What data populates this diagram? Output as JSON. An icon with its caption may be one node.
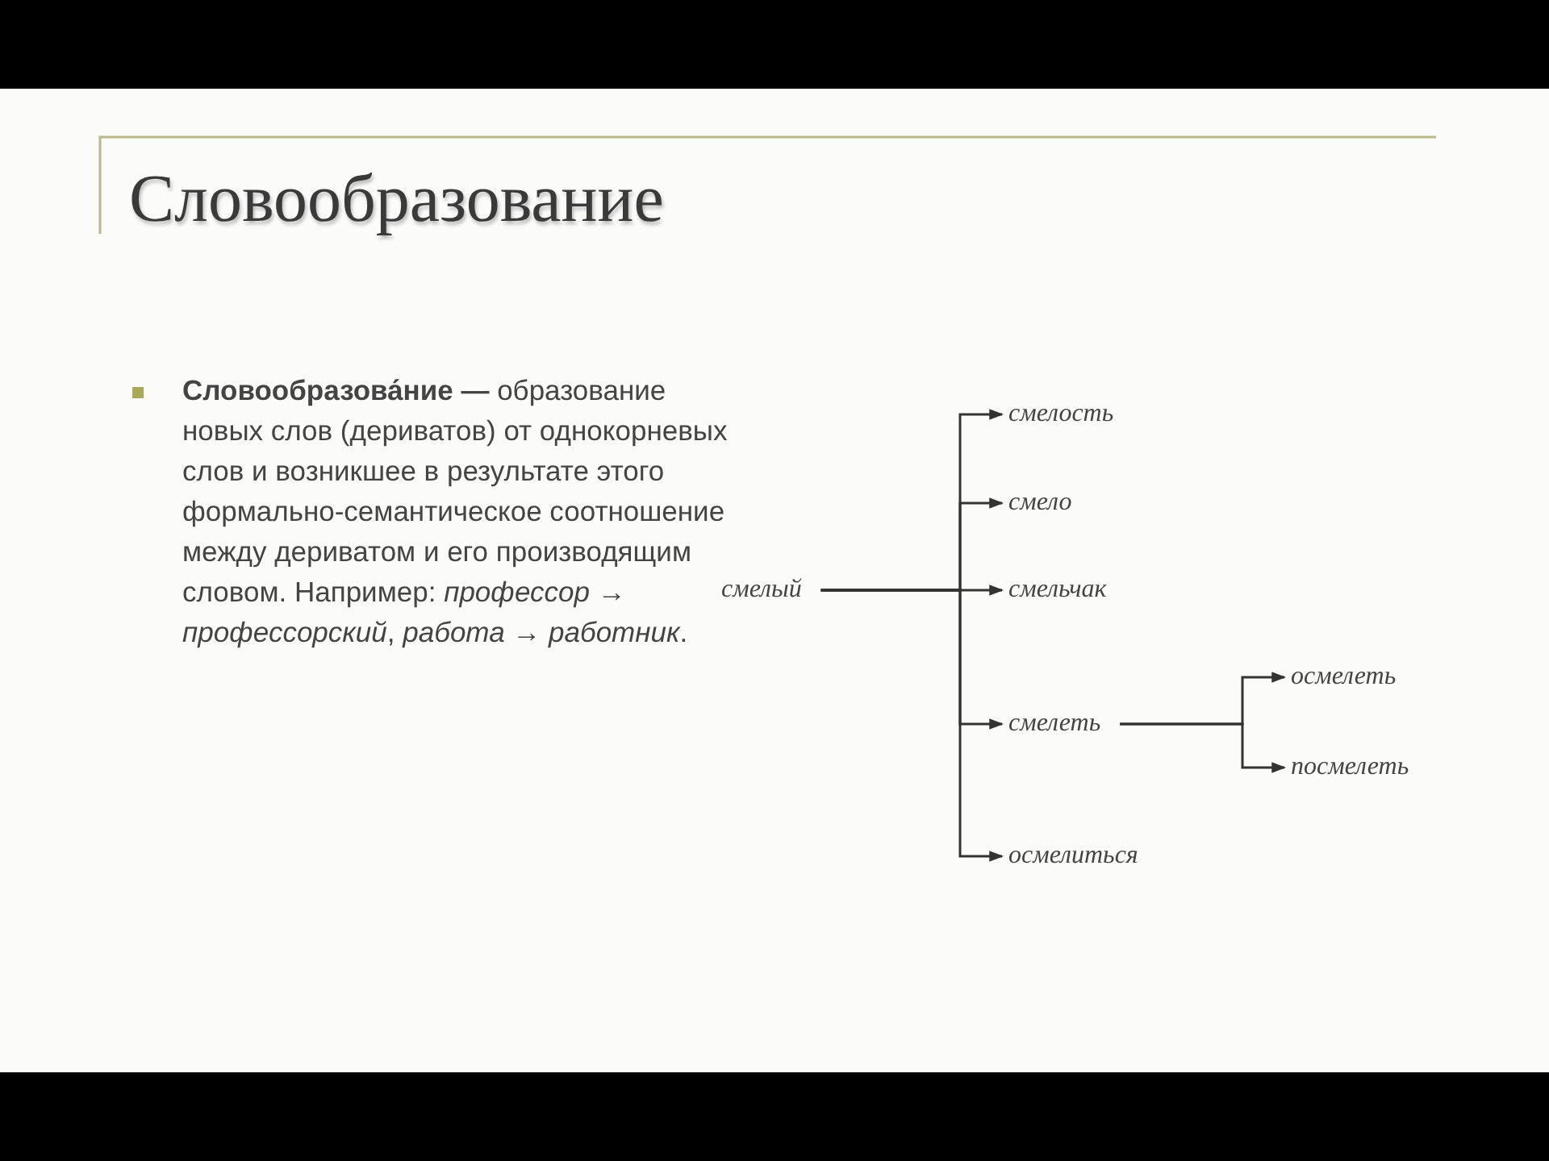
{
  "diagram": {
    "title": "Словообразование",
    "nodes": [
      {
        "text": [
          "смелый"
        ]
      },
      {
        "text": [
          "смелость"
        ]
      },
      {
        "text": [
          "смело"
        ]
      },
      {
        "text": [
          "смельчак"
        ]
      },
      {
        "text": [
          "смелеть"
        ]
      },
      {
        "text": [
          "осмелеть"
        ]
      },
      {
        "text": [
          "посмелеть"
        ]
      },
      {
        "text": [
          "осмелиться"
        ]
      }
    ],
    "edges": [
      {
        "from": 0,
        "to": 1,
        "arrow": "to"
      },
      {
        "from": 0,
        "to": 2,
        "arrow": "to"
      },
      {
        "from": 0,
        "to": 3,
        "arrow": "to"
      },
      {
        "from": 0,
        "to": 4,
        "arrow": "to"
      },
      {
        "from": 0,
        "to": 7,
        "arrow": "to"
      },
      {
        "from": 4,
        "to": 5,
        "arrow": "to"
      },
      {
        "from": 4,
        "to": 6,
        "arrow": "to"
      }
    ],
    "labels": [
      "**Словообразова́ние —** образование новых слов (дериватов) от однокорневых слов и возникшее в результате этого формально-семантическое соотношение между дериватом и его производящим словом. Например: *профессор → профессорский*, *работа → работник*."
    ]
  }
}
